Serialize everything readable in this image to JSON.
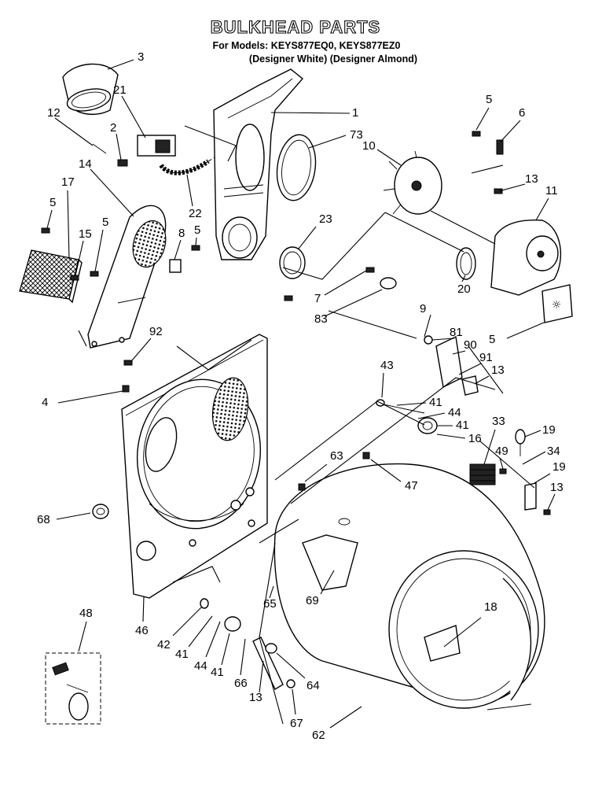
{
  "header": {
    "title": "BULKHEAD PARTS",
    "models_line": "For Models: KEYS877EQ0, KEYS877EZ0",
    "variants_line": "(Designer White) (Designer Almond)"
  },
  "callouts": [
    "3",
    "21",
    "1",
    "73",
    "12",
    "2",
    "14",
    "22",
    "10",
    "5",
    "6",
    "13",
    "11",
    "17",
    "5",
    "15",
    "8",
    "5",
    "23",
    "5",
    "7",
    "83",
    "9",
    "20",
    "5",
    "92",
    "81",
    "90",
    "91",
    "13",
    "4",
    "43",
    "41",
    "44",
    "41",
    "16",
    "33",
    "19",
    "49",
    "34",
    "19",
    "13",
    "63",
    "47",
    "68",
    "69",
    "18",
    "48",
    "46",
    "42",
    "41",
    "44",
    "41",
    "66",
    "65",
    "64",
    "13",
    "67",
    "62"
  ]
}
